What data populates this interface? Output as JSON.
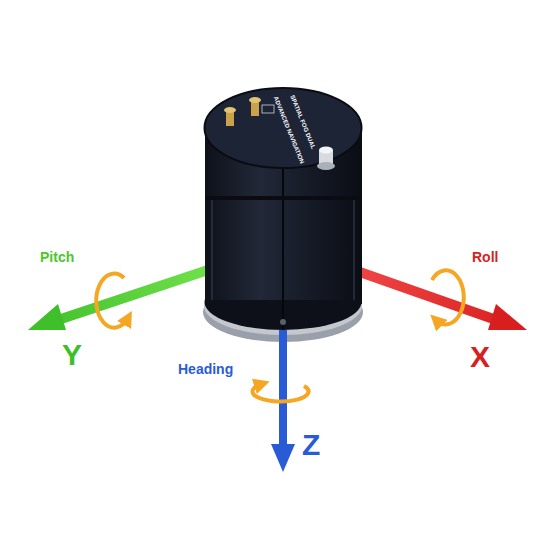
{
  "diagram": {
    "labels": [
      "Pitch",
      "Y",
      "Roll",
      "X",
      "Heading",
      "Z",
      "SPATIAL FOG DUAL",
      "ADVANCED NAVIGATION"
    ]
  }
}
